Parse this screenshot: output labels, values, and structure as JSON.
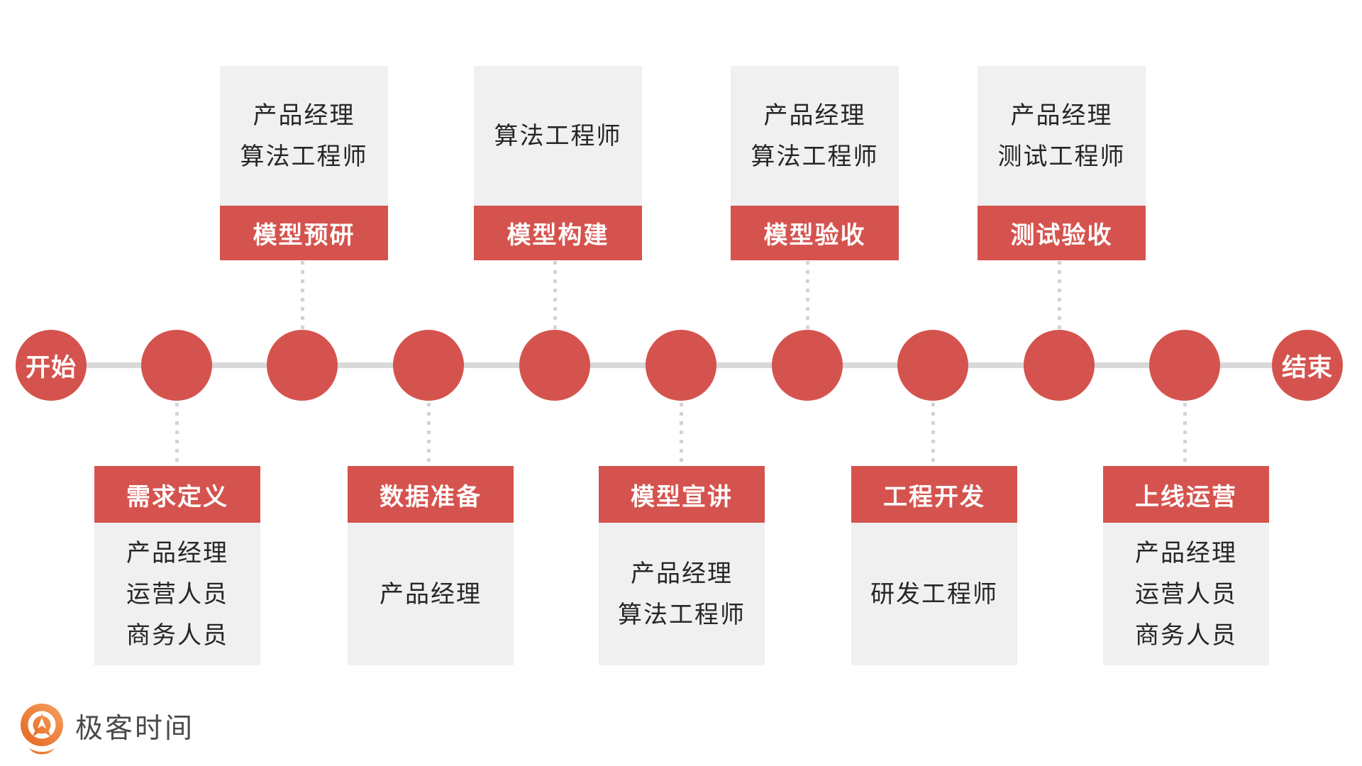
{
  "timeline": {
    "start_label": "开始",
    "end_label": "结束",
    "plain_node_count": 9
  },
  "stages_top": [
    {
      "title": "模型预研",
      "roles": [
        "产品经理",
        "算法工程师"
      ]
    },
    {
      "title": "模型构建",
      "roles": [
        "算法工程师"
      ]
    },
    {
      "title": "模型验收",
      "roles": [
        "产品经理",
        "算法工程师"
      ]
    },
    {
      "title": "测试验收",
      "roles": [
        "产品经理",
        "测试工程师"
      ]
    }
  ],
  "stages_bottom": [
    {
      "title": "需求定义",
      "roles": [
        "产品经理",
        "运营人员",
        "商务人员"
      ]
    },
    {
      "title": "数据准备",
      "roles": [
        "产品经理"
      ]
    },
    {
      "title": "模型宣讲",
      "roles": [
        "产品经理",
        "算法工程师"
      ]
    },
    {
      "title": "工程开发",
      "roles": [
        "研发工程师"
      ]
    },
    {
      "title": "上线运营",
      "roles": [
        "产品经理",
        "运营人员",
        "商务人员"
      ]
    }
  ],
  "logo": {
    "text": "极客时间"
  },
  "colors": {
    "accent_red": "#d5534e",
    "card_body_gray": "#f0f0f0",
    "timeline_gray": "#d9d9d9",
    "dot_gray": "#d3d3d3",
    "role_text": "#262626",
    "header_text": "#ffffff",
    "logo_orange_light": "#f5a05f",
    "logo_orange_dark": "#e5661f",
    "logo_text_gray": "#4a4a4a"
  }
}
